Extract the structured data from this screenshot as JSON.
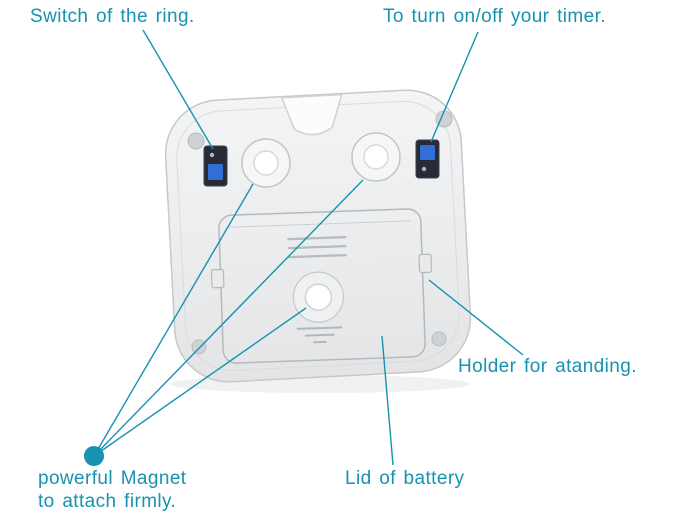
{
  "labels": {
    "switch_ring": "Switch of the ring.",
    "timer_onoff": "To turn on/off your timer.",
    "holder": "Holder for atanding.",
    "magnet_line1": "powerful Magnet",
    "magnet_line2": "to attach firmly.",
    "battery_lid": "Lid of battery"
  },
  "colors": {
    "accent": "#1792b0",
    "switch_blue": "#2f6fd6",
    "device_gray": "#e9eaeb",
    "switch_dark": "#262b36"
  }
}
